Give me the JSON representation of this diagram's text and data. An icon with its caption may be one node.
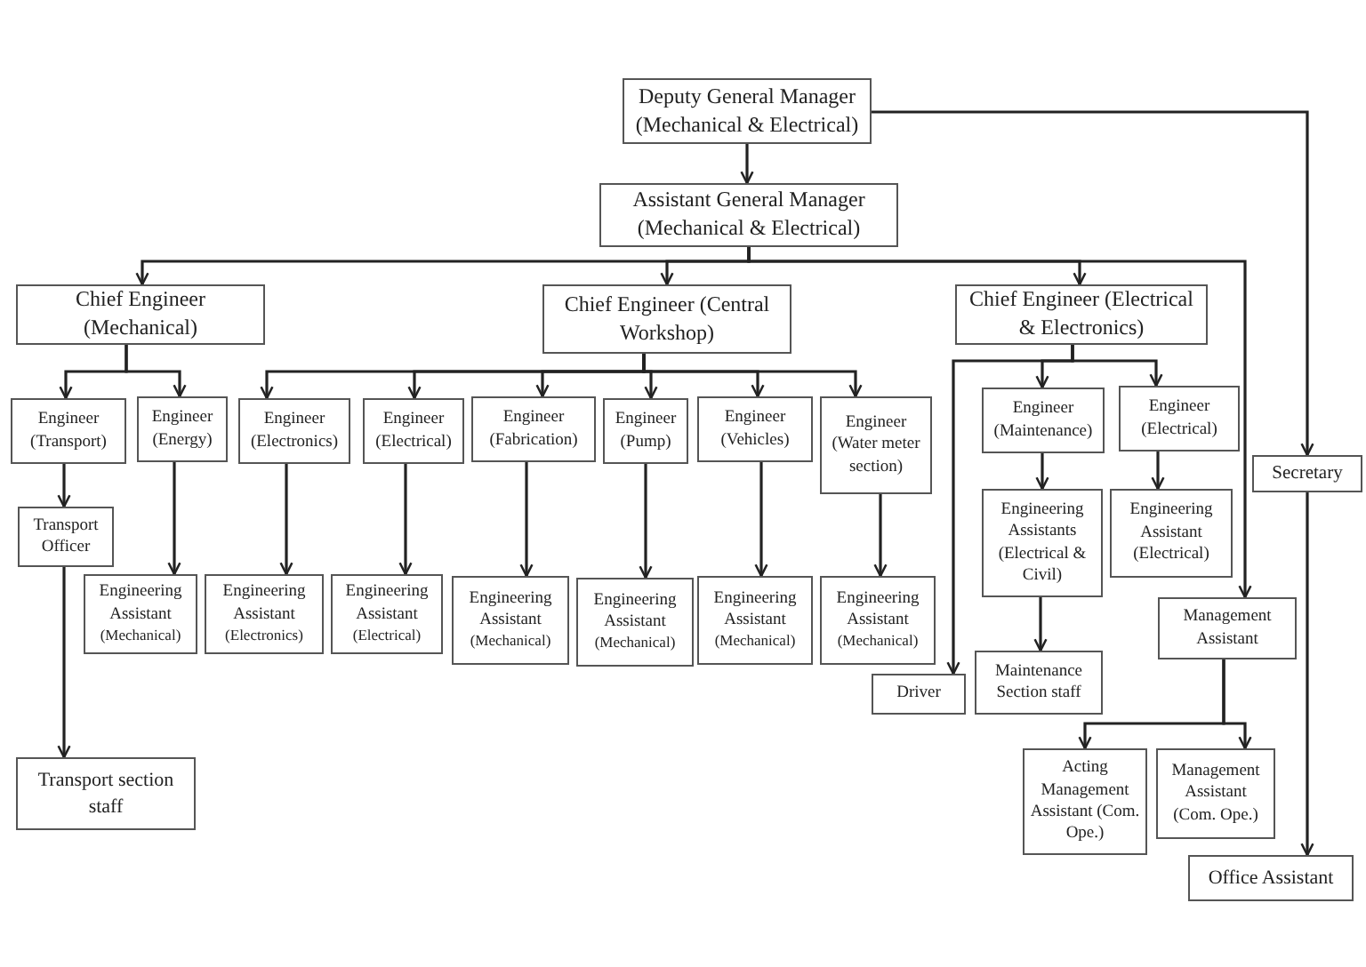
{
  "diagram": {
    "nodes": [
      {
        "text": [
          "Deputy General Manager (Mechanical & Electrical)"
        ]
      },
      {
        "text": [
          "Assistant General Manager (Mechanical & Electrical)"
        ]
      },
      {
        "text": [
          "Chief Engineer (Mechanical)"
        ]
      },
      {
        "text": [
          "Chief Engineer (Central Workshop)"
        ]
      },
      {
        "text": [
          "Chief Engineer (Electrical & Electronics)"
        ]
      },
      {
        "text": [
          "Engineer (Transport)"
        ]
      },
      {
        "text": [
          "Engineer (Energy)"
        ]
      },
      {
        "text": [
          "Engineer (Electronics)"
        ]
      },
      {
        "text": [
          "Engineer (Electrical)"
        ]
      },
      {
        "text": [
          "Engineer (Fabrication)"
        ]
      },
      {
        "text": [
          "Engineer (Pump)"
        ]
      },
      {
        "text": [
          "Engineer (Vehicles)"
        ]
      },
      {
        "text": [
          "Engineer (Water meter section)"
        ]
      },
      {
        "text": [
          "Engineer (Maintenance)"
        ]
      },
      {
        "text": [
          "Engineer (Electrical)"
        ]
      },
      {
        "text": [
          "Secretary"
        ]
      },
      {
        "text": [
          "Transport Officer"
        ]
      },
      {
        "text": [
          "Engineering Assistant",
          "(Mechanical)"
        ]
      },
      {
        "text": [
          "Engineering Assistant",
          "(Electronics)"
        ]
      },
      {
        "text": [
          "Engineering Assistant",
          "(Electrical)"
        ]
      },
      {
        "text": [
          "Engineering Assistant",
          "(Mechanical)"
        ]
      },
      {
        "text": [
          "Engineering Assistant",
          "(Mechanical)"
        ]
      },
      {
        "text": [
          "Engineering Assistant",
          "(Mechanical)"
        ]
      },
      {
        "text": [
          "Engineering Assistant",
          "(Mechanical)"
        ]
      },
      {
        "text": [
          "Engineering Assistants (Electrical & Civil)"
        ]
      },
      {
        "text": [
          "Engineering Assistant (Electrical)"
        ]
      },
      {
        "text": [
          "Management Assistant"
        ]
      },
      {
        "text": [
          "Driver"
        ]
      },
      {
        "text": [
          "Maintenance Section staff"
        ]
      },
      {
        "text": [
          "Transport section staff"
        ]
      },
      {
        "text": [
          "Acting Management Assistant (Com. Ope.)"
        ]
      },
      {
        "text": [
          "Management Assistant (Com. Ope.)"
        ]
      },
      {
        "text": [
          "Office Assistant"
        ]
      }
    ],
    "edges": [
      {
        "from": 0,
        "to": 1,
        "arrow": "to"
      },
      {
        "from": 1,
        "to": 2,
        "arrow": "to"
      },
      {
        "from": 1,
        "to": 3,
        "arrow": "to"
      },
      {
        "from": 1,
        "to": 4,
        "arrow": "to"
      },
      {
        "from": 1,
        "to": 26,
        "arrow": "to"
      },
      {
        "from": 0,
        "to": 15,
        "arrow": "to"
      },
      {
        "from": 2,
        "to": 5,
        "arrow": "to"
      },
      {
        "from": 2,
        "to": 6,
        "arrow": "to"
      },
      {
        "from": 3,
        "to": 7,
        "arrow": "to"
      },
      {
        "from": 3,
        "to": 8,
        "arrow": "to"
      },
      {
        "from": 3,
        "to": 9,
        "arrow": "to"
      },
      {
        "from": 3,
        "to": 10,
        "arrow": "to"
      },
      {
        "from": 3,
        "to": 11,
        "arrow": "to"
      },
      {
        "from": 3,
        "to": 12,
        "arrow": "to"
      },
      {
        "from": 4,
        "to": 27,
        "arrow": "to"
      },
      {
        "from": 4,
        "to": 13,
        "arrow": "to"
      },
      {
        "from": 4,
        "to": 14,
        "arrow": "to"
      },
      {
        "from": 5,
        "to": 16,
        "arrow": "to"
      },
      {
        "from": 16,
        "to": 29,
        "arrow": "to"
      },
      {
        "from": 6,
        "to": 17,
        "arrow": "to"
      },
      {
        "from": 7,
        "to": 18,
        "arrow": "to"
      },
      {
        "from": 8,
        "to": 19,
        "arrow": "to"
      },
      {
        "from": 9,
        "to": 20,
        "arrow": "to"
      },
      {
        "from": 10,
        "to": 21,
        "arrow": "to"
      },
      {
        "from": 11,
        "to": 22,
        "arrow": "to"
      },
      {
        "from": 12,
        "to": 23,
        "arrow": "to"
      },
      {
        "from": 13,
        "to": 24,
        "arrow": "to"
      },
      {
        "from": 24,
        "to": 28,
        "arrow": "to"
      },
      {
        "from": 14,
        "to": 25,
        "arrow": "to"
      },
      {
        "from": 26,
        "to": 30,
        "arrow": "to"
      },
      {
        "from": 26,
        "to": 31,
        "arrow": "to"
      },
      {
        "from": 15,
        "to": 32,
        "arrow": "to"
      }
    ]
  }
}
